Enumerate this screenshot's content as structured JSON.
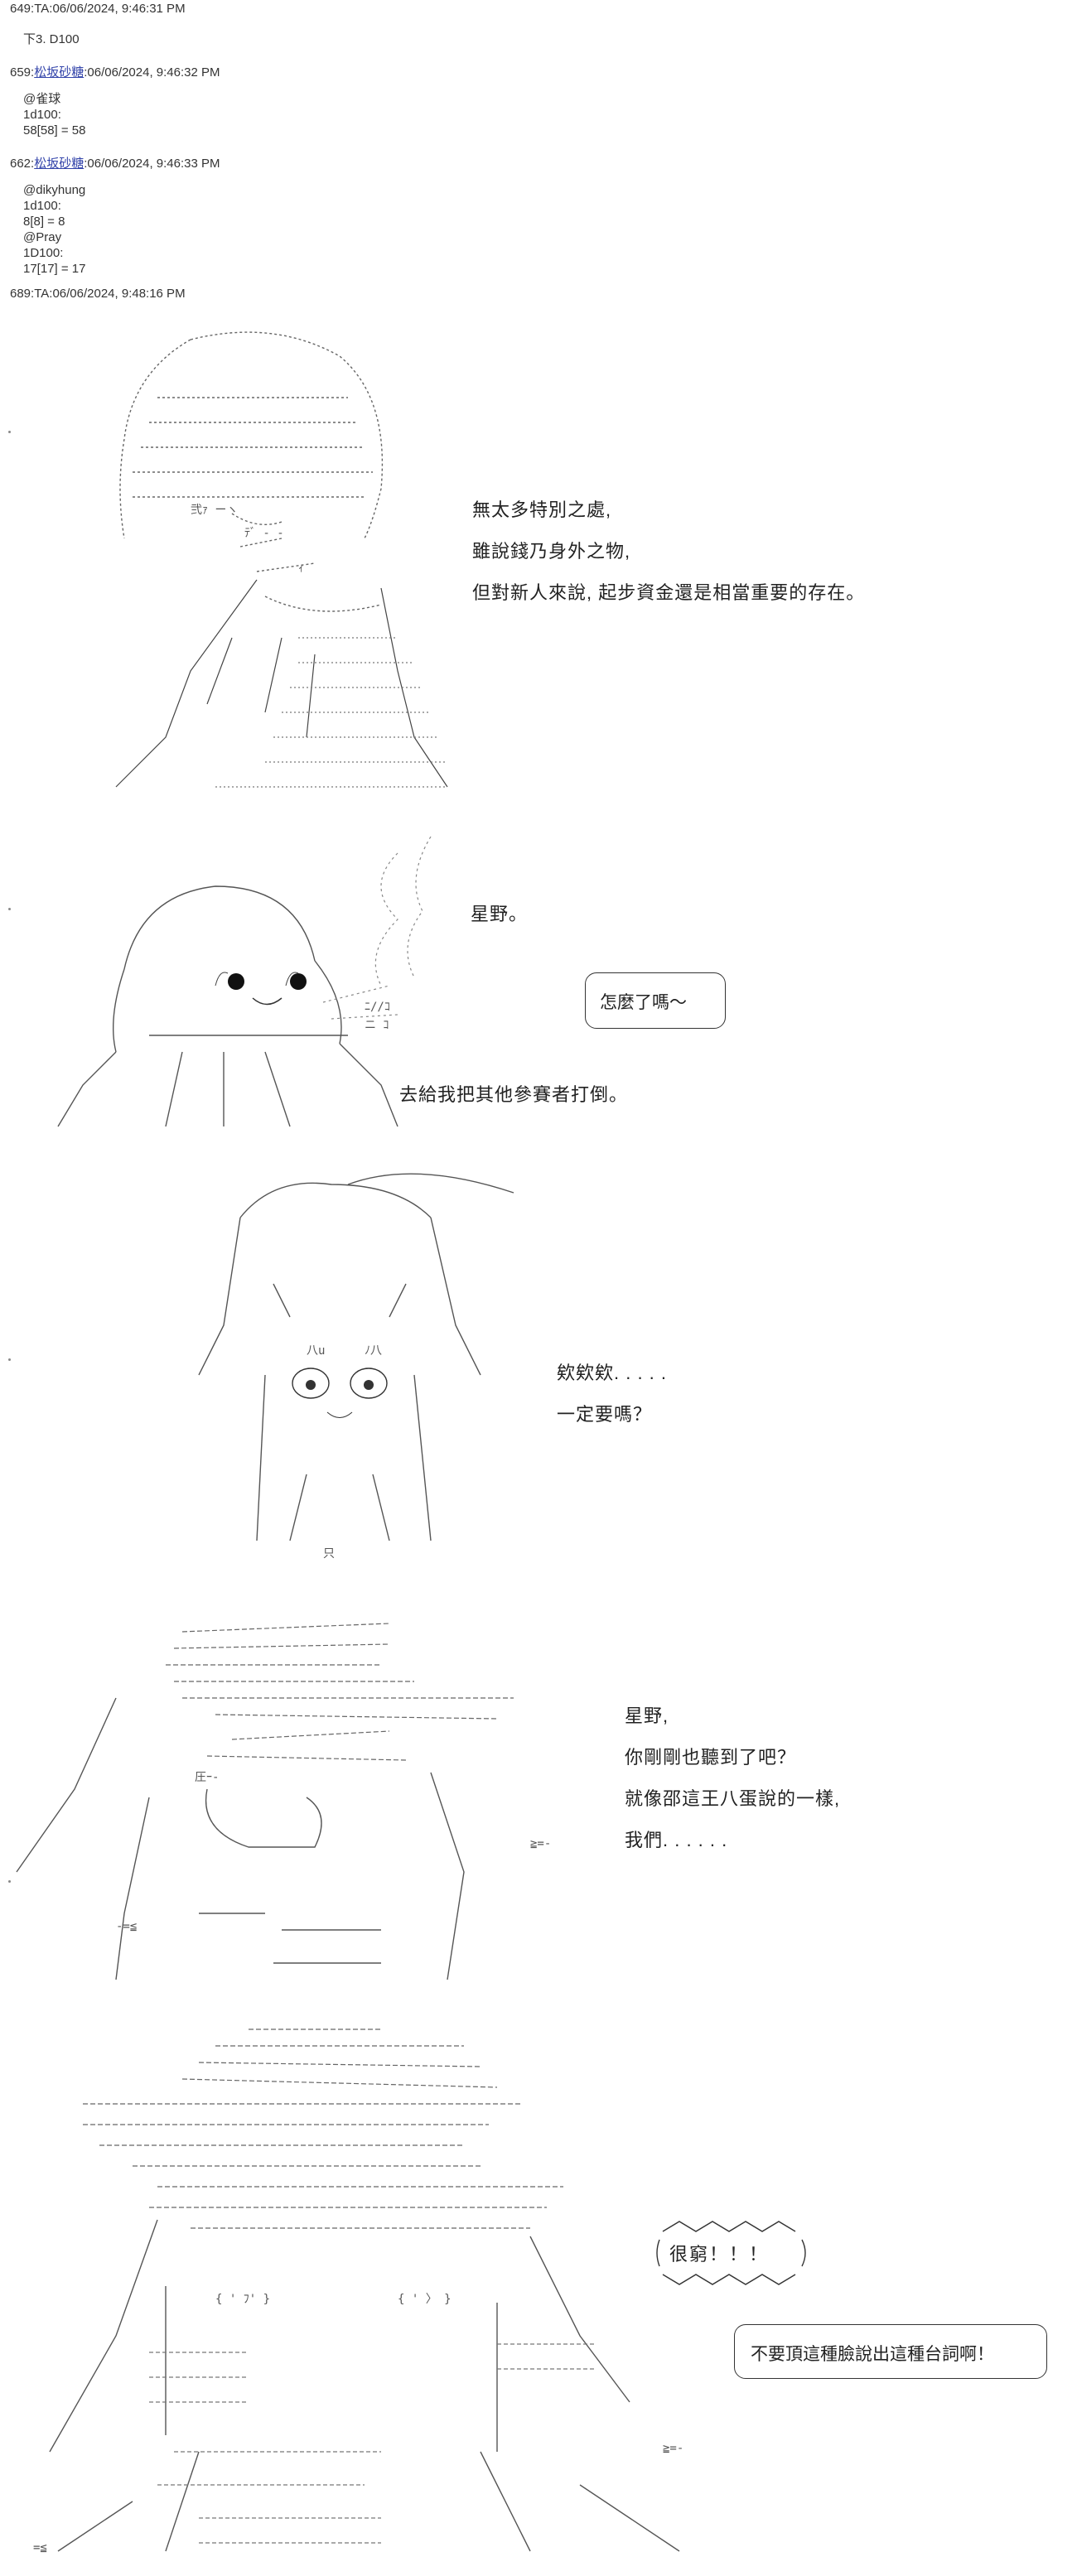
{
  "posts": [
    {
      "number": "649",
      "author": "TA",
      "timestamp": "06/06/2024, 9:46:31 PM",
      "lines": [
        "下3. D100"
      ]
    },
    {
      "number": "659",
      "author": "松坂砂糖",
      "timestamp": "06/06/2024, 9:46:32 PM",
      "lines": [
        "@雀球",
        "1d100:",
        "58[58] = 58"
      ]
    },
    {
      "number": "662",
      "author": "松坂砂糖",
      "timestamp": "06/06/2024, 9:46:33 PM",
      "lines": [
        "@dikyhung",
        "1d100:",
        "8[8] = 8",
        "@Pray",
        "1D100:",
        "17[17] = 17"
      ]
    },
    {
      "number": "689",
      "author": "TA",
      "timestamp": "06/06/2024, 9:48:16 PM",
      "lines": []
    }
  ],
  "panel1": {
    "lines": [
      "無太多特別之處,",
      "雖說錢乃身外之物,",
      "但對新人來說, 起步資金還是相當重要的存在。"
    ]
  },
  "panel2": {
    "name_line": "星野。",
    "bubble": "怎麼了嗎～",
    "bottom_line": "去給我把其他參賽者打倒。"
  },
  "panel3": {
    "lines": [
      "欸欸欸. . . . .",
      "一定要嗎？"
    ]
  },
  "panel4": {
    "lines": [
      "星野,",
      "你剛剛也聽到了吧？",
      "就像邵這王八蛋說的一樣,",
      "我們. . . . . ."
    ]
  },
  "panel5": {
    "shout": "很窮！！！",
    "bubble": "不要頂這種臉說出這種台詞啊！"
  }
}
